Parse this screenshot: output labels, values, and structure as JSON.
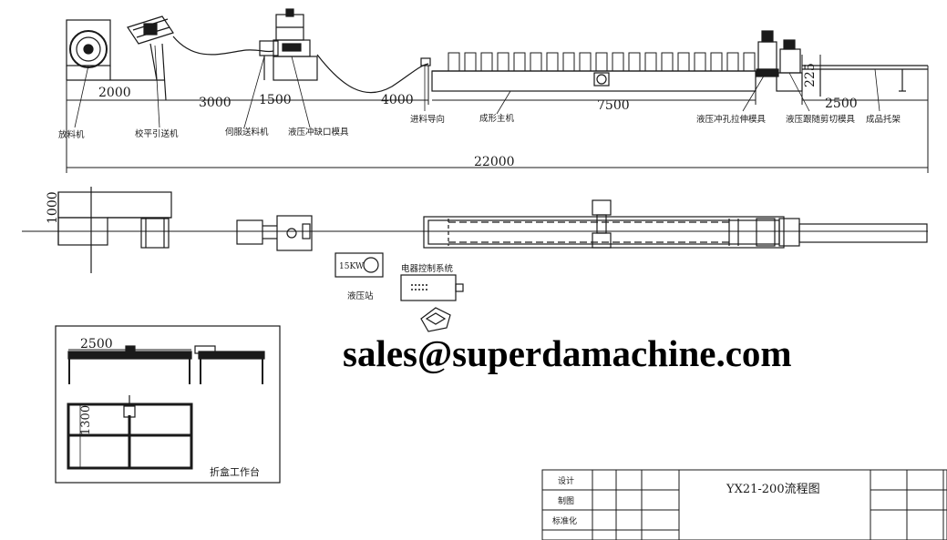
{
  "top_view": {
    "dimensions": [
      "2000",
      "3000",
      "1500",
      "4000",
      "7500",
      "225",
      "2500",
      "22000"
    ],
    "stations": [
      "放料机",
      "校平引送机",
      "伺服送料机",
      "液压冲缺口模具",
      "进料导向",
      "成形主机",
      "液压冲孔拉伸模具",
      "液压跟随剪切模具",
      "成品托架"
    ]
  },
  "plan_view": {
    "width_dim": "1000",
    "motor_label": "15KW",
    "hydraulic_station": "液压站",
    "electric_control": "电器控制系统"
  },
  "inset": {
    "dim_width": "2500",
    "dim_height": "1300",
    "title": "折盒工作台"
  },
  "watermark": "sales@superdamachine.com",
  "title_block": {
    "rows": [
      "设计",
      "制图",
      "标准化"
    ],
    "drawing_title": "YX21-200流程图"
  },
  "colors": {
    "line": "#1a1a1a",
    "background": "#ffffff"
  }
}
